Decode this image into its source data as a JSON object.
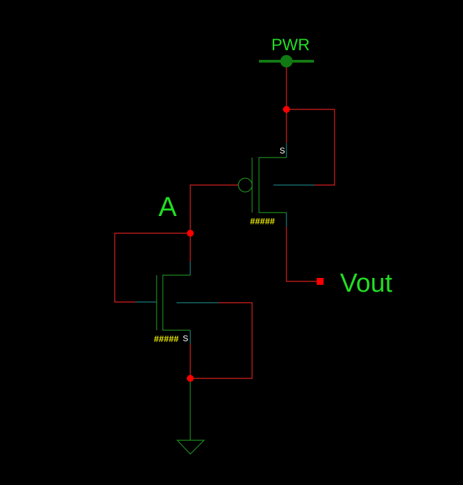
{
  "labels": {
    "power": "PWR",
    "input": "A",
    "output": "Vout",
    "pmos_source": "S",
    "nmos_source": "S",
    "pmos_size": "#####",
    "nmos_size": "#####"
  },
  "colors": {
    "background": "#000000",
    "wire": "#e02020",
    "transistor": "#1e8c1e",
    "port": "#1e8080",
    "node": "#ff0000",
    "label": "#22dd22",
    "size_label": "#e8e800",
    "source_label": "#ffffff",
    "power": "#127a12"
  }
}
